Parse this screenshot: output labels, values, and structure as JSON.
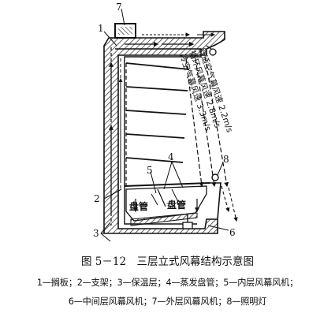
{
  "diagram": {
    "part_numbers": [
      "1",
      "2",
      "3",
      "4",
      "5",
      "6",
      "7",
      "8"
    ],
    "coil_label": "盘管",
    "curtain_labels": {
      "comfort": "舒适空气幕风速 2.2m/s",
      "circulation": "循环风幕风速 2.8m/s",
      "cold": "冷空气幕风速 3.3m/s"
    }
  },
  "caption": "图 5－12　三层立式风幕结构示意图",
  "legend": [
    "1—搁板；2—支架；3—保温层；4—蒸发盘管；5—内层风幕风机；",
    "6—中间层风幕风机；7—外层风幕风机；8—照明灯"
  ]
}
